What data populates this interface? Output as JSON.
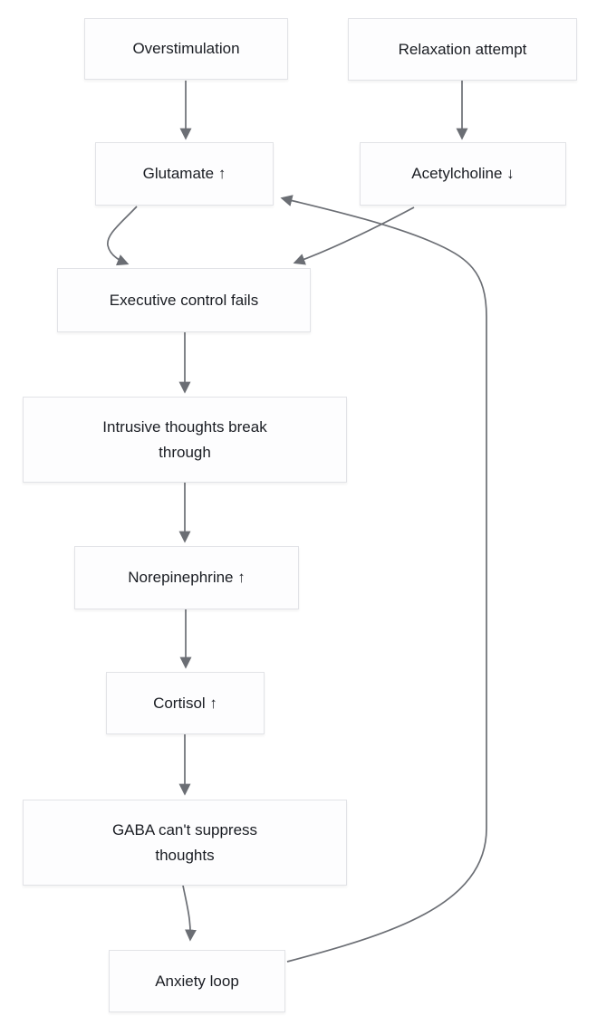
{
  "diagram": {
    "type": "flowchart",
    "colors": {
      "node_background": "#fdfdfe",
      "node_border": "#e2e3e7",
      "edge": "#6b6e74",
      "text": "#1a1d23",
      "page_background": "#ffffff"
    },
    "nodes": [
      {
        "id": "overstimulation",
        "label": "Overstimulation"
      },
      {
        "id": "relaxation-attempt",
        "label": "Relaxation attempt"
      },
      {
        "id": "glutamate-up",
        "label": "Glutamate ↑"
      },
      {
        "id": "acetylcholine-down",
        "label": "Acetylcholine ↓"
      },
      {
        "id": "executive-control-fails",
        "label": "Executive control fails"
      },
      {
        "id": "intrusive-thoughts",
        "label": "Intrusive thoughts break\nthrough"
      },
      {
        "id": "norepinephrine-up",
        "label": "Norepinephrine ↑"
      },
      {
        "id": "cortisol-up",
        "label": "Cortisol ↑"
      },
      {
        "id": "gaba-cant-suppress",
        "label": "GABA can't suppress\nthoughts"
      },
      {
        "id": "anxiety-loop",
        "label": "Anxiety loop"
      }
    ],
    "edges": [
      {
        "from": "overstimulation",
        "to": "glutamate-up"
      },
      {
        "from": "relaxation-attempt",
        "to": "acetylcholine-down"
      },
      {
        "from": "glutamate-up",
        "to": "executive-control-fails"
      },
      {
        "from": "acetylcholine-down",
        "to": "executive-control-fails"
      },
      {
        "from": "executive-control-fails",
        "to": "intrusive-thoughts"
      },
      {
        "from": "intrusive-thoughts",
        "to": "norepinephrine-up"
      },
      {
        "from": "norepinephrine-up",
        "to": "cortisol-up"
      },
      {
        "from": "cortisol-up",
        "to": "gaba-cant-suppress"
      },
      {
        "from": "gaba-cant-suppress",
        "to": "anxiety-loop"
      },
      {
        "from": "anxiety-loop",
        "to": "glutamate-up"
      }
    ]
  }
}
